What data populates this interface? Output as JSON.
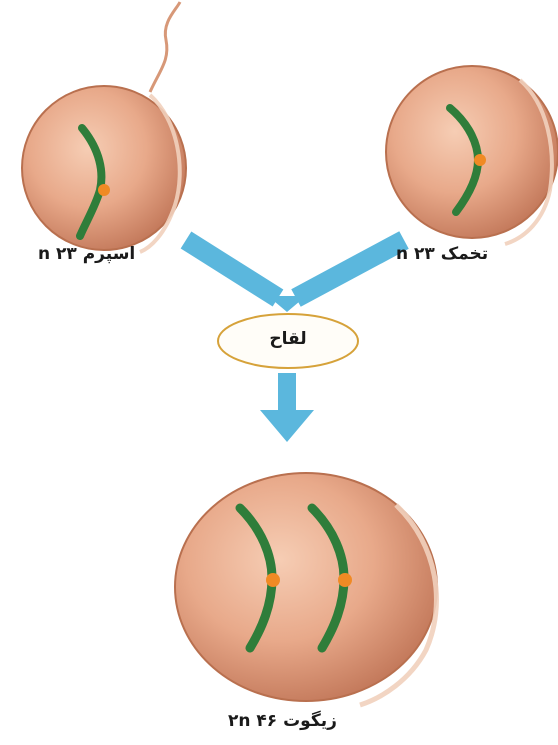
{
  "sperm_label": {
    "ploidy": "n",
    "count": "۲۳",
    "name": "اسپرم"
  },
  "egg_label": {
    "ploidy": "n",
    "count": "۲۳",
    "name": "تخمک"
  },
  "fertilization_label": "لقاح",
  "zygote_label": {
    "ploidy": "۲n",
    "count": "۴۶",
    "name": "زیگوت"
  },
  "colors": {
    "cell_fill": "#e5a788",
    "cell_edge": "#c4785a",
    "chromosome": "#2f7d3a",
    "centromere": "#f08a24",
    "arrow": "#5bb7dd",
    "oval_border": "#d6a23a"
  }
}
